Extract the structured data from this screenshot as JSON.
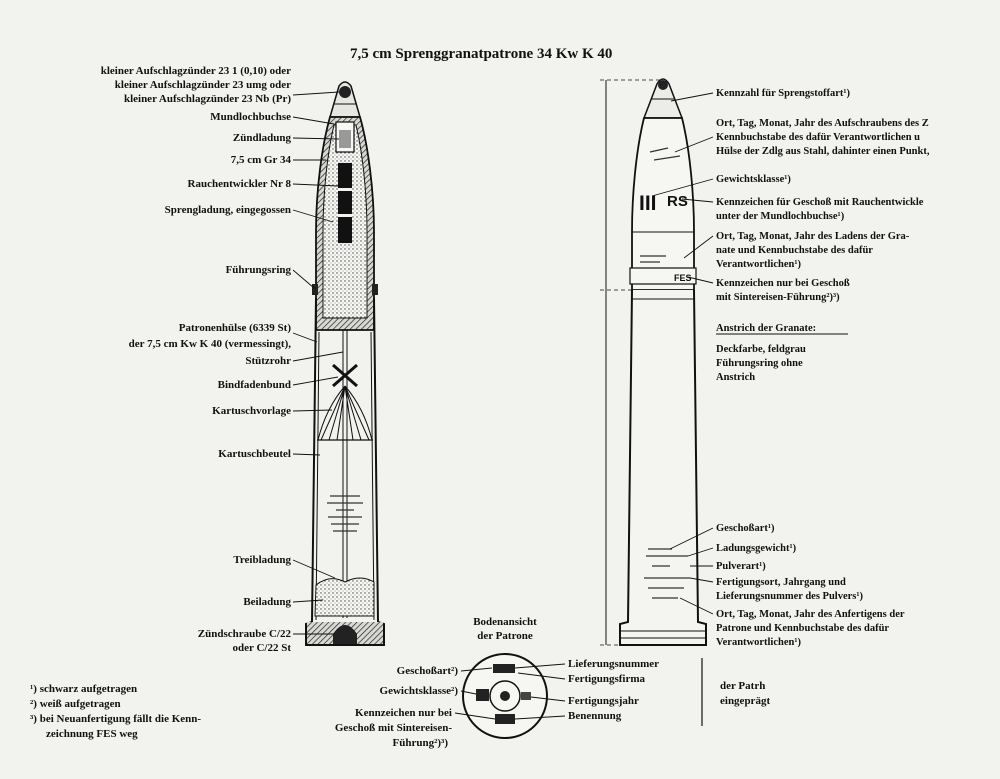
{
  "title": "7,5 cm Sprenggranatpatrone 34 Kw K 40",
  "colors": {
    "ink": "#111111",
    "paper": "#f2f2ef"
  },
  "left_labels": [
    "kleiner Aufschlagzünder 23 1 (0,10) oder",
    "kleiner Aufschlagzünder 23 umg oder",
    "kleiner Aufschlagzünder 23 Nb (Pr)",
    "Mundlochbuchse",
    "Zündladung",
    "7,5 cm Gr 34",
    "Rauchentwickler Nr 8",
    "Sprengladung, eingegossen",
    "Führungsring",
    "Patronenhülse (6339 St)",
    "der 7,5 cm Kw K 40 (vermessingt),",
    "Stützrohr",
    "Bindfadenbund",
    "Kartuschvorlage",
    "Kartuschbeutel",
    "Treibladung",
    "Beiladung",
    "Zündschraube C/22",
    "oder C/22 St"
  ],
  "right_labels": [
    "Kennzahl für Sprengstoffart¹)",
    "Ort, Tag, Monat, Jahr des Aufschraubens des Z",
    "Kennbuchstabe des dafür Verantwortlichen u",
    "Hülse der Zdlg aus Stahl, dahinter einen Punkt,",
    "Gewichtsklasse¹)",
    "Kennzeichen für Geschoß mit Rauchentwickle",
    "unter der Mundlochbuchse¹)",
    "Ort, Tag, Monat, Jahr des Ladens der Gra-",
    "nate und Kennbuchstabe des dafür",
    "Verantwortlichen¹)",
    "Kennzeichen nur bei Geschoß",
    "mit Sintereisen-Führung²)³)"
  ],
  "paint": {
    "heading": "Anstrich der Granate:",
    "lines": [
      "Deckfarbe, feldgrau",
      "Führungsring ohne",
      "Anstrich"
    ]
  },
  "casing_labels": [
    "Geschoßart¹)",
    "Ladungsgewicht¹)",
    "Pulverart¹)",
    "Fertigungsort, Jahrgang und",
    "Lieferungsnummer des Pulvers¹)",
    "Ort, Tag, Monat, Jahr des Anfertigens der",
    "Patrone und Kennbuchstabe des dafür",
    "Verantwortlichen¹)"
  ],
  "markings": {
    "weight_class": "III",
    "smoke_mark": "RS",
    "fes": "FES"
  },
  "base_view": {
    "title": [
      "Bodenansicht",
      "der Patrone"
    ],
    "left": [
      "Geschoßart²)",
      "Gewichtsklasse²)",
      "Kennzeichen nur bei",
      "Geschoß mit Sintereisen-",
      "Führung²)³)"
    ],
    "right": [
      "Lieferungsnummer",
      "Fertigungsfirma",
      "Fertigungsjahr",
      "Benennung"
    ],
    "stamped": [
      "der Patrh",
      "eingeprägt"
    ]
  },
  "footnotes": [
    "¹) schwarz aufgetragen",
    "²) weiß aufgetragen",
    "³) bei Neuanfertigung fällt die Kenn-",
    "zeichnung FES weg"
  ]
}
